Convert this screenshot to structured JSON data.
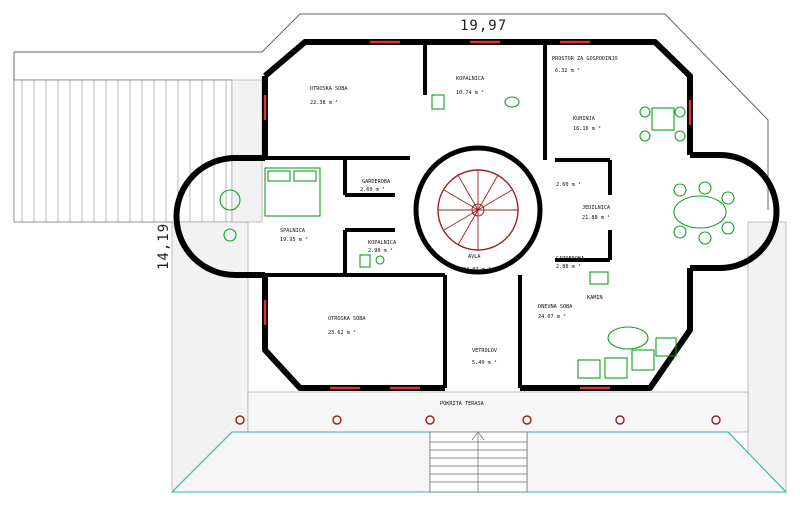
{
  "dimensions": {
    "width_label": "19,97",
    "height_label": "14,19"
  },
  "rooms": [
    {
      "name": "OTROSKA SOBA",
      "area": "22.38 m ²"
    },
    {
      "name": "KOPALNICA",
      "area": "10.74 m ²"
    },
    {
      "name": "PROSTOR ZA GOSPODINJO",
      "area": "6.32 m ²"
    },
    {
      "name": "KUHINJA",
      "area": "16.16 m ²"
    },
    {
      "name": "GARDEROBA",
      "area": "2.60 m ²"
    },
    {
      "name": "SPALNICA",
      "area": "19.95 m ²"
    },
    {
      "name": "KOPALNICA",
      "area": "2.90 m ²"
    },
    {
      "name": "",
      "area": "2.60 m ²"
    },
    {
      "name": "JEDILNICA",
      "area": "21.88 m ²"
    },
    {
      "name": "AVLA",
      "area": "24.01 m ²"
    },
    {
      "name": "GARDEROBA",
      "area": "2.88 m ²"
    },
    {
      "name": "KAMIN",
      "area": ""
    },
    {
      "name": "DNEVNA SOBA",
      "area": "24.07 m ²"
    },
    {
      "name": "OTROSKA SOBA",
      "area": "23.62 m ²"
    },
    {
      "name": "VETROLOV",
      "area": "5.49 m ²"
    }
  ],
  "terrace_label": "POKRITA TERASA",
  "colors": {
    "wall": "#000000",
    "window": "#e0303c",
    "furniture": "#10a020",
    "terrace": "#30b8b0"
  }
}
